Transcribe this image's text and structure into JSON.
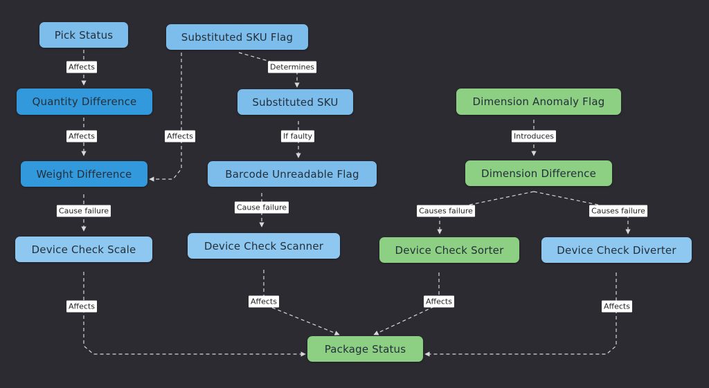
{
  "colors": {
    "background": "#2b2b31",
    "light_blue": "#8ec7ef",
    "mid_blue": "#7dbdec",
    "dark_blue": "#3399dd",
    "green": "#8dcf83",
    "edge": "#d8d8d8",
    "label_bg": "#ffffff"
  },
  "nodes": [
    {
      "id": "pick_status",
      "label": "Pick Status",
      "color": "mid_blue"
    },
    {
      "id": "quantity_difference",
      "label": "Quantity Difference",
      "color": "dark_blue"
    },
    {
      "id": "weight_difference",
      "label": "Weight Difference",
      "color": "dark_blue"
    },
    {
      "id": "device_check_scale",
      "label": "Device Check Scale",
      "color": "light_blue"
    },
    {
      "id": "substituted_sku_flag",
      "label": "Substituted SKU Flag",
      "color": "mid_blue"
    },
    {
      "id": "substituted_sku",
      "label": "Substituted SKU",
      "color": "mid_blue"
    },
    {
      "id": "barcode_unreadable_flag",
      "label": "Barcode Unreadable Flag",
      "color": "mid_blue"
    },
    {
      "id": "device_check_scanner",
      "label": "Device Check Scanner",
      "color": "light_blue"
    },
    {
      "id": "dimension_anomaly_flag",
      "label": "Dimension Anomaly Flag",
      "color": "green"
    },
    {
      "id": "dimension_difference",
      "label": "Dimension Difference",
      "color": "green"
    },
    {
      "id": "device_check_sorter",
      "label": "Device Check Sorter",
      "color": "green"
    },
    {
      "id": "device_check_diverter",
      "label": "Device Check Diverter",
      "color": "light_blue"
    },
    {
      "id": "package_status",
      "label": "Package Status",
      "color": "green"
    }
  ],
  "edges": [
    {
      "id": "e1",
      "from": "pick_status",
      "to": "quantity_difference",
      "label": "Affects"
    },
    {
      "id": "e2",
      "from": "quantity_difference",
      "to": "weight_difference",
      "label": "Affects"
    },
    {
      "id": "e3",
      "from": "substituted_sku_flag",
      "to": "weight_difference",
      "label": "Affects"
    },
    {
      "id": "e4",
      "from": "substituted_sku_flag",
      "to": "substituted_sku",
      "label": "Determines"
    },
    {
      "id": "e5",
      "from": "substituted_sku",
      "to": "barcode_unreadable_flag",
      "label": "If faulty"
    },
    {
      "id": "e6",
      "from": "weight_difference",
      "to": "device_check_scale",
      "label": "Cause failure"
    },
    {
      "id": "e7",
      "from": "barcode_unreadable_flag",
      "to": "device_check_scanner",
      "label": "Cause failure"
    },
    {
      "id": "e8",
      "from": "dimension_anomaly_flag",
      "to": "dimension_difference",
      "label": "Introduces"
    },
    {
      "id": "e9",
      "from": "dimension_difference",
      "to": "device_check_sorter",
      "label": "Causes failure"
    },
    {
      "id": "e10",
      "from": "dimension_difference",
      "to": "device_check_diverter",
      "label": "Causes failure"
    },
    {
      "id": "e11",
      "from": "device_check_scale",
      "to": "package_status",
      "label": "Affects"
    },
    {
      "id": "e12",
      "from": "device_check_scanner",
      "to": "package_status",
      "label": "Affects"
    },
    {
      "id": "e13",
      "from": "device_check_sorter",
      "to": "package_status",
      "label": "Affects"
    },
    {
      "id": "e14",
      "from": "device_check_diverter",
      "to": "package_status",
      "label": "Affects"
    }
  ]
}
